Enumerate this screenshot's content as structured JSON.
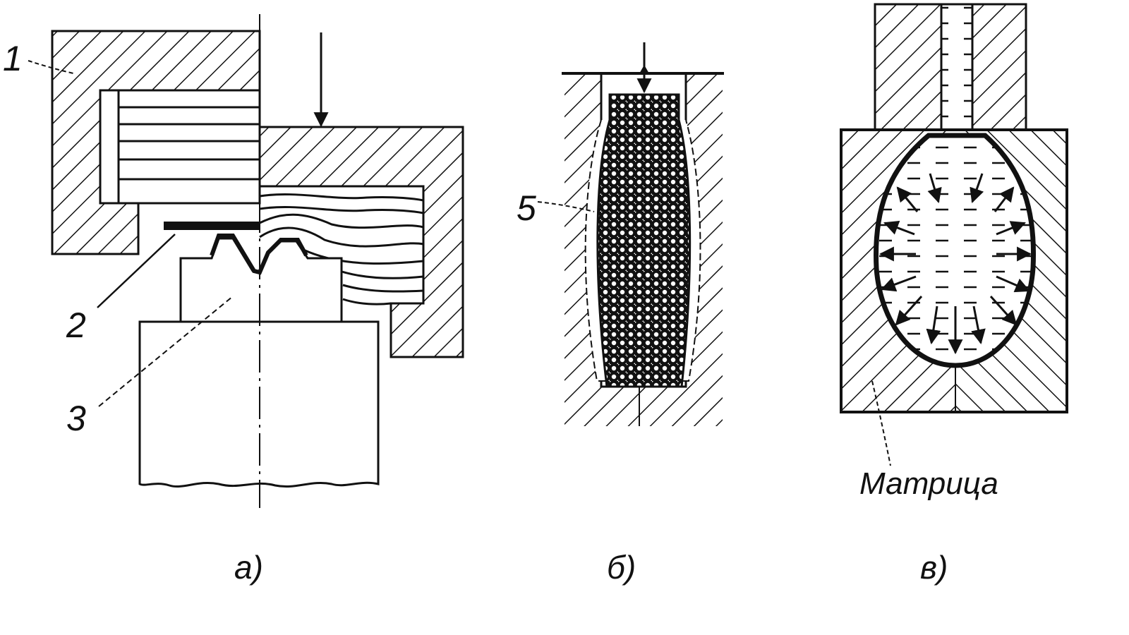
{
  "figure": {
    "panel_a": {
      "caption": "а)",
      "callouts": [
        "1",
        "2",
        "3"
      ]
    },
    "panel_b": {
      "caption": "б)",
      "callouts": [
        "5"
      ]
    },
    "panel_v": {
      "caption": "в)",
      "die_label": "Матрица"
    }
  },
  "colors": {
    "ink": "#111111",
    "paper": "#ffffff"
  }
}
